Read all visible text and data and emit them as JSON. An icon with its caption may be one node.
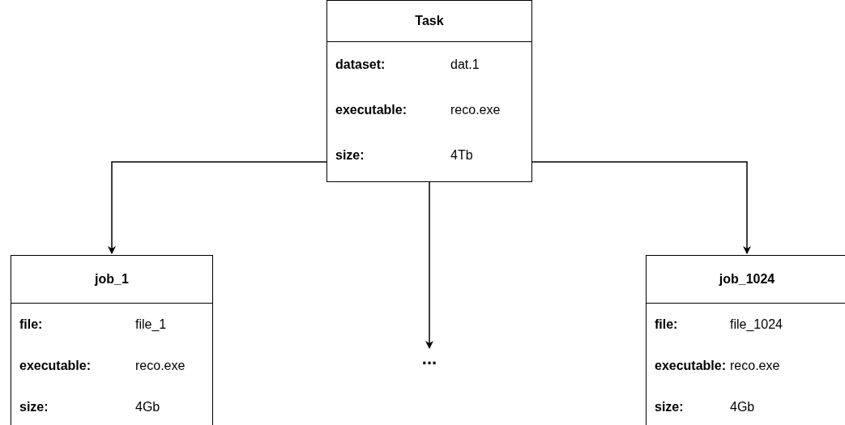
{
  "diagram": {
    "nodes": [
      {
        "text": [
          "Task",
          "dataset:",
          "dat.1",
          "executable:",
          "reco.exe",
          "size:",
          "4Tb"
        ]
      },
      {
        "text": [
          "job_1",
          "file:",
          "file_1",
          "executable:",
          "reco.exe",
          "size:",
          "4Gb"
        ]
      },
      {
        "text": [
          "..."
        ]
      },
      {
        "text": [
          "job_1024",
          "file:",
          "file_1024",
          "executable:",
          "reco.exe",
          "size:",
          "4Gb"
        ]
      }
    ],
    "edges": [
      {
        "from": 0,
        "to": 1,
        "arrow": "to"
      },
      {
        "from": 0,
        "to": 2,
        "arrow": "to"
      },
      {
        "from": 0,
        "to": 3,
        "arrow": "to"
      }
    ]
  }
}
